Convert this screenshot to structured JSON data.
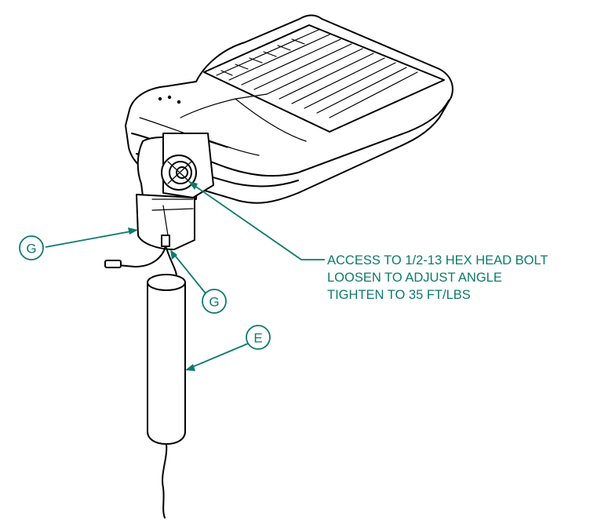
{
  "callouts": {
    "g_bracket": "G",
    "g_wire": "G",
    "e_pole": "E"
  },
  "note": {
    "line1": "ACCESS TO 1/2-13 HEX HEAD BOLT",
    "line2": "LOOSEN TO ADJUST ANGLE",
    "line3": "TIGHTEN TO 35 FT/LBS"
  },
  "colors": {
    "annotation": "#0d7a6a",
    "linework": "#000000"
  }
}
